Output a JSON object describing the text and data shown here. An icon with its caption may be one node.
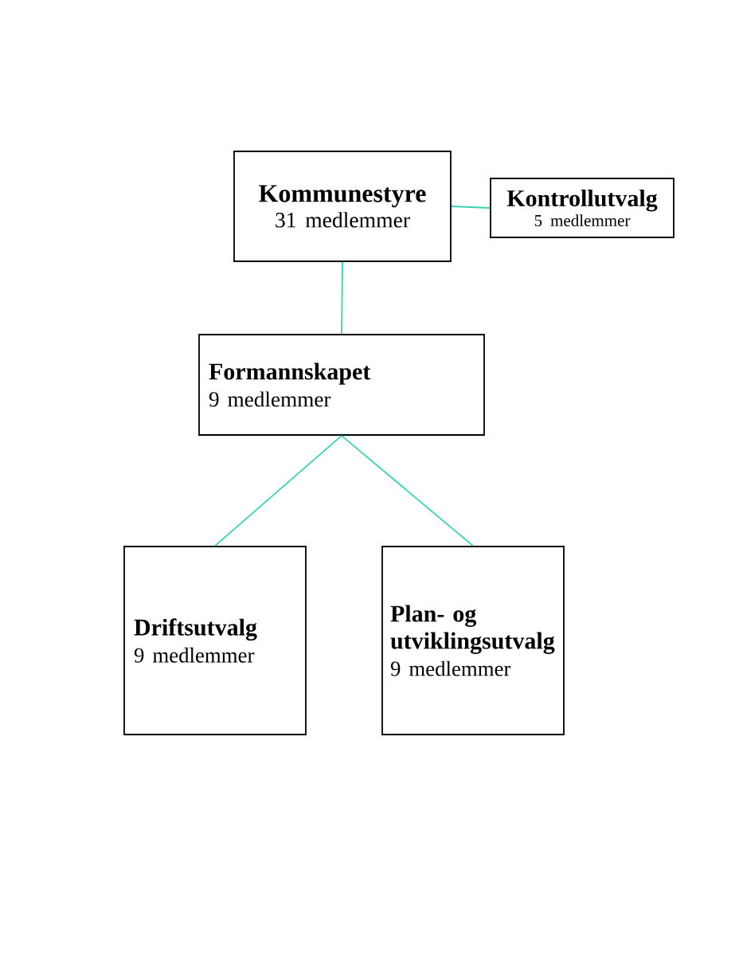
{
  "diagram": {
    "nodes": [
      {
        "text": [
          "Kommunestyre",
          "31 medlemmer"
        ]
      },
      {
        "text": [
          "Kontrollutvalg",
          "5 medlemmer"
        ]
      },
      {
        "text": [
          "Formannskapet",
          "9 medlemmer"
        ]
      },
      {
        "text": [
          "Driftsutvalg",
          "9 medlemmer"
        ]
      },
      {
        "text": [
          "Plan- og utviklingsutvalg",
          "9 medlemmer"
        ]
      }
    ],
    "edges": [
      {
        "from": 0,
        "to": 1,
        "arrow": "none"
      },
      {
        "from": 0,
        "to": 2,
        "arrow": "none"
      },
      {
        "from": 2,
        "to": 3,
        "arrow": "none"
      },
      {
        "from": 2,
        "to": 4,
        "arrow": "none"
      }
    ]
  }
}
